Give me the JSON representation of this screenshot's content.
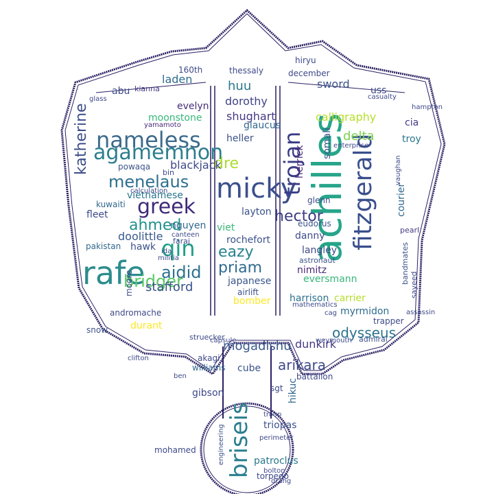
{
  "colors": {
    "background": "#ffffff",
    "outline": "#2a1f63"
  },
  "words": [
    {
      "text": "achilles",
      "color": "#26a58a",
      "style": "left:448px;top:383px;font-size:58px;transform:rotate(-90deg);transform-origin:0 0;"
    },
    {
      "text": "rafe",
      "color": "#2b8c8d",
      "style": "left:120px;top:375px;font-size:46px;"
    },
    {
      "text": "micky",
      "color": "#3b4f8c",
      "style": "left:315px;top:255px;font-size:40px;"
    },
    {
      "text": "nameless",
      "color": "#3c6b8c",
      "style": "left:140px;top:188px;font-size:32px;"
    },
    {
      "text": "agamemnon",
      "color": "#2c7e8e",
      "style": "left:136px;top:208px;font-size:30px;"
    },
    {
      "text": "fitzgerald",
      "color": "#3a4f8d",
      "style": "left:512px;top:365px;font-size:36px;transform:rotate(-90deg);transform-origin:0 0;"
    },
    {
      "text": "greek",
      "color": "#3f2a79",
      "style": "left:200px;top:287px;font-size:30px;"
    },
    {
      "text": "trojan",
      "color": "#3a3c86",
      "style": "left:410px;top:285px;font-size:32px;transform:rotate(-90deg);transform-origin:0 0;"
    },
    {
      "text": "briseis",
      "color": "#2a7e8f",
      "style": "left:332px;top:697px;font-size:34px;transform:rotate(-90deg);transform-origin:0 0;"
    },
    {
      "text": "qin",
      "color": "#1fa088",
      "style": "left:235px;top:346px;font-size:32px;"
    },
    {
      "text": "menelaus",
      "color": "#2d6f8e",
      "style": "left:158px;top:253px;font-size:24px;"
    },
    {
      "text": "bridger",
      "color": "#5ac864",
      "style": "left:180px;top:398px;font-size:24px;"
    },
    {
      "text": "aidid",
      "color": "#2d708e",
      "style": "left:235px;top:385px;font-size:24px;"
    },
    {
      "text": "hector",
      "color": "#3b3c82",
      "style": "left:400px;top:305px;font-size:22px;"
    },
    {
      "text": "eazy",
      "color": "#26828e",
      "style": "left:318px;top:357px;font-size:22px;"
    },
    {
      "text": "priam",
      "color": "#2f6b8e",
      "style": "left:318px;top:380px;font-size:22px;"
    },
    {
      "text": "katherine",
      "color": "#3d4d8a",
      "style": "left:108px;top:255px;font-size:22px;transform:rotate(-90deg);transform-origin:0 0;"
    },
    {
      "text": "ahmed",
      "color": "#21918c",
      "style": "left:188px;top:318px;font-size:22px;"
    },
    {
      "text": "stafford",
      "color": "#3a538b",
      "style": "left:212px;top:410px;font-size:18px;"
    },
    {
      "text": "dre",
      "color": "#addc30",
      "style": "left:312px;top:228px;font-size:22px;"
    },
    {
      "text": "odysseus",
      "color": "#2c728e",
      "style": "left:484px;top:475px;font-size:20px;"
    },
    {
      "text": "arikara",
      "color": "#3e4a89",
      "style": "left:405px;top:522px;font-size:20px;"
    },
    {
      "text": "mogadishu",
      "color": "#38598c",
      "style": "left:325px;top:496px;font-size:18px;"
    },
    {
      "text": "dorothy",
      "color": "#414487",
      "style": "left:328px;top:140px;font-size:16px;"
    },
    {
      "text": "calligraphy",
      "color": "#b5de2b",
      "style": "left:460px;top:163px;font-size:16px;"
    },
    {
      "text": "delta",
      "color": "#7ad151",
      "style": "left:500px;top:190px;font-size:18px;"
    },
    {
      "text": "sword",
      "color": "#3b528b",
      "style": "left:462px;top:115px;font-size:16px;"
    },
    {
      "text": "huu",
      "color": "#2a788e",
      "style": "left:332px;top:117px;font-size:18px;"
    },
    {
      "text": "shughart",
      "color": "#443a83",
      "style": "left:330px;top:162px;font-size:16px;"
    },
    {
      "text": "glaucus",
      "color": "#31688e",
      "style": "left:355px;top:176px;font-size:14px;"
    },
    {
      "text": "heller",
      "color": "#3b528b",
      "style": "left:330px;top:195px;font-size:14px;"
    },
    {
      "text": "blackjack",
      "color": "#3e4989",
      "style": "left:248px;top:233px;font-size:16px;"
    },
    {
      "text": "moonstone",
      "color": "#35b779",
      "style": "left:216px;top:165px;font-size:14px;"
    },
    {
      "text": "evelyn",
      "color": "#472d7b",
      "style": "left:258px;top:148px;font-size:14px;"
    },
    {
      "text": "laden",
      "color": "#2f6c8e",
      "style": "left:236px;top:108px;font-size:16px;"
    },
    {
      "text": "vietnamese",
      "color": "#2a768e",
      "style": "left:185px;top:278px;font-size:14px;"
    },
    {
      "text": "doolittle",
      "color": "#38598c",
      "style": "left:172px;top:337px;font-size:16px;"
    },
    {
      "text": "hawk",
      "color": "#3b528b",
      "style": "left:190px;top:353px;font-size:14px;"
    },
    {
      "text": "nguyen",
      "color": "#31688e",
      "style": "left:248px;top:322px;font-size:14px;"
    },
    {
      "text": "fleet",
      "color": "#3e4989",
      "style": "left:126px;top:306px;font-size:14px;"
    },
    {
      "text": "kuwaiti",
      "color": "#31688e",
      "style": "left:140px;top:292px;font-size:12px;"
    },
    {
      "text": "powaqa",
      "color": "#3b528b",
      "style": "left:172px;top:237px;font-size:12px;"
    },
    {
      "text": "yamamoto",
      "color": "#482878",
      "style": "left:210px;top:178px;font-size:10px;"
    },
    {
      "text": "abu",
      "color": "#3e4989",
      "style": "left:163px;top:126px;font-size:14px;"
    },
    {
      "text": "kianna",
      "color": "#443a83",
      "style": "left:196px;top:124px;font-size:11px;"
    },
    {
      "text": "rochefort",
      "color": "#3b528b",
      "style": "left:330px;top:343px;font-size:14px;"
    },
    {
      "text": "layton",
      "color": "#3b528b",
      "style": "left:352px;top:302px;font-size:14px;"
    },
    {
      "text": "viet",
      "color": "#35b779",
      "style": "left:316px;top:325px;font-size:14px;"
    },
    {
      "text": "japanese",
      "color": "#39558c",
      "style": "left:332px;top:403px;font-size:14px;"
    },
    {
      "text": "bomber",
      "color": "#fde725",
      "style": "left:340px;top:432px;font-size:14px;"
    },
    {
      "text": "danny",
      "color": "#3e4a89",
      "style": "left:430px;top:337px;font-size:14px;"
    },
    {
      "text": "eudorus",
      "color": "#3a538b",
      "style": "left:434px;top:320px;font-size:12px;"
    },
    {
      "text": "langley",
      "color": "#3e4989",
      "style": "left:440px;top:358px;font-size:14px;"
    },
    {
      "text": "nimitz",
      "color": "#482878",
      "style": "left:433px;top:387px;font-size:14px;"
    },
    {
      "text": "eversmann",
      "color": "#35b779",
      "style": "left:442px;top:400px;font-size:14px;"
    },
    {
      "text": "harrison",
      "color": "#2d718e",
      "style": "left:422px;top:428px;font-size:14px;"
    },
    {
      "text": "carrier",
      "color": "#b5de2b",
      "style": "left:487px;top:428px;font-size:14px;"
    },
    {
      "text": "myrmidon",
      "color": "#2e6d8e",
      "style": "left:496px;top:447px;font-size:14px;"
    },
    {
      "text": "dunkirk",
      "color": "#443a83",
      "style": "left:430px;top:494px;font-size:16px;"
    },
    {
      "text": "courier",
      "color": "#31688e",
      "style": "left:578px;top:316px;font-size:14px;transform:rotate(-90deg);transform-origin:0 0;"
    },
    {
      "text": "troy",
      "color": "#2a788e",
      "style": "left:586px;top:196px;font-size:14px;"
    },
    {
      "text": "cia",
      "color": "#443a83",
      "style": "left:590px;top:172px;font-size:14px;"
    },
    {
      "text": "uss",
      "color": "#3e4989",
      "style": "left:540px;top:125px;font-size:14px;"
    },
    {
      "text": "somali",
      "color": "#3b528b",
      "style": "left:470px;top:232px;font-size:14px;transform:rotate(-90deg);transform-origin:0 0;"
    },
    {
      "text": "herrick",
      "color": "#482878",
      "style": "left:430px;top:260px;font-size:14px;transform:rotate(-90deg);transform-origin:0 0;"
    },
    {
      "text": "glenn",
      "color": "#3e4989",
      "style": "left:448px;top:286px;font-size:12px;"
    },
    {
      "text": "patroclus",
      "color": "#2a788e",
      "style": "left:370px;top:665px;font-size:14px;"
    },
    {
      "text": "torpedo",
      "color": "#3e4989",
      "style": "left:374px;top:688px;font-size:12px;"
    },
    {
      "text": "triopas",
      "color": "#3b528b",
      "style": "left:384px;top:613px;font-size:14px;"
    },
    {
      "text": "gibson",
      "color": "#3e4989",
      "style": "left:280px;top:566px;font-size:14px;"
    },
    {
      "text": "williams",
      "color": "#31688e",
      "style": "left:280px;top:530px;font-size:12px;"
    },
    {
      "text": "akagi",
      "color": "#3e4989",
      "style": "left:288px;top:516px;font-size:12px;"
    },
    {
      "text": "cube",
      "color": "#3b528b",
      "style": "left:346px;top:530px;font-size:14px;"
    },
    {
      "text": "battalion",
      "color": "#3e4989",
      "style": "left:432px;top:543px;font-size:12px;"
    },
    {
      "text": "hikuc",
      "color": "#31688e",
      "style": "left:420px;top:588px;font-size:14px;transform:rotate(-90deg);transform-origin:0 0;"
    },
    {
      "text": "durant",
      "color": "#fde725",
      "style": "left:190px;top:468px;font-size:14px;"
    },
    {
      "text": "andromache",
      "color": "#3e4989",
      "style": "left:160px;top:450px;font-size:12px;"
    },
    {
      "text": "snow",
      "color": "#3b528b",
      "style": "left:126px;top:475px;font-size:12px;"
    },
    {
      "text": "moore",
      "color": "#3e4989",
      "style": "left:182px;top:432px;font-size:12px;transform:rotate(-90deg);transform-origin:0 0;"
    },
    {
      "text": "pakistan",
      "color": "#31688e",
      "style": "left:125px;top:353px;font-size:12px;"
    },
    {
      "text": "bandmates",
      "color": "#3b528b",
      "style": "left:585px;top:415px;font-size:11px;transform:rotate(-90deg);transform-origin:0 0;"
    },
    {
      "text": "sayeed",
      "color": "#3e4989",
      "style": "left:598px;top:435px;font-size:11px;transform:rotate(-90deg);transform-origin:0 0;"
    },
    {
      "text": "pearl",
      "color": "#443a83",
      "style": "left:583px;top:330px;font-size:11px;"
    },
    {
      "text": "astronaut",
      "color": "#3b528b",
      "style": "left:436px;top:374px;font-size:11px;"
    },
    {
      "text": "trapper",
      "color": "#3e4989",
      "style": "left:544px;top:462px;font-size:12px;"
    },
    {
      "text": "admiral",
      "color": "#3b528b",
      "style": "left:523px;top:489px;font-size:11px;"
    },
    {
      "text": "assassin",
      "color": "#3e4989",
      "style": "left:592px;top:451px;font-size:10px;"
    },
    {
      "text": "weymouth",
      "color": "#3e4989",
      "style": "left:460px;top:492px;font-size:10px;"
    },
    {
      "text": "capsule",
      "color": "#3e4989",
      "style": "left:306px;top:492px;font-size:10px;"
    },
    {
      "text": "struecker",
      "color": "#3e4989",
      "style": "left:276px;top:486px;font-size:11px;"
    },
    {
      "text": "airlift",
      "color": "#3b528b",
      "style": "left:346px;top:420px;font-size:12px;"
    },
    {
      "text": "canteen",
      "color": "#3e4989",
      "style": "left:250px;top:338px;font-size:10px;"
    },
    {
      "text": "militia",
      "color": "#3e4989",
      "style": "left:230px;top:372px;font-size:10px;"
    },
    {
      "text": "ida",
      "color": "#3e4989",
      "style": "left:235px;top:362px;font-size:10px;"
    },
    {
      "text": "mohamed",
      "color": "#3e4989",
      "style": "left:225px;top:650px;font-size:12px;"
    },
    {
      "text": "engineering",
      "color": "#3b528b",
      "style": "left:318px;top:678px;font-size:10px;transform:rotate(-90deg);transform-origin:0 0;"
    },
    {
      "text": "perimeter",
      "color": "#3e4989",
      "style": "left:378px;top:634px;font-size:10px;"
    },
    {
      "text": "drang",
      "color": "#3e4989",
      "style": "left:395px;top:697px;font-size:10px;"
    },
    {
      "text": "bolton",
      "color": "#3e4989",
      "style": "left:384px;top:682px;font-size:10px;"
    },
    {
      "text": "troop",
      "color": "#3e4989",
      "style": "left:384px;top:600px;font-size:10px;"
    },
    {
      "text": "sgt",
      "color": "#3e4989",
      "style": "left:394px;top:560px;font-size:12px;"
    },
    {
      "text": "160th",
      "color": "#3e4989",
      "style": "left:260px;top:96px;font-size:12px;"
    },
    {
      "text": "thessaly",
      "color": "#3e4989",
      "style": "left:334px;top:97px;font-size:12px;"
    },
    {
      "text": "december",
      "color": "#3e4989",
      "style": "left:420px;top:101px;font-size:12px;"
    },
    {
      "text": "hiryu",
      "color": "#3e4989",
      "style": "left:430px;top:82px;font-size:12px;"
    },
    {
      "text": "faraj",
      "color": "#3e4989",
      "style": "left:252px;top:346px;font-size:11px;"
    },
    {
      "text": "ben",
      "color": "#3e4989",
      "style": "left:253px;top:544px;font-size:10px;"
    },
    {
      "text": "bin",
      "color": "#3e4989",
      "style": "left:237px;top:246px;font-size:11px;"
    },
    {
      "text": "clifton",
      "color": "#3e4989",
      "style": "left:186px;top:518px;font-size:10px;"
    },
    {
      "text": "vaughan",
      "color": "#3e4989",
      "style": "left:576px;top:270px;font-size:10px;transform:rotate(-90deg);transform-origin:0 0;"
    },
    {
      "text": "hampton",
      "color": "#3e4989",
      "style": "left:600px;top:152px;font-size:10px;"
    },
    {
      "text": "casualty",
      "color": "#3e4989",
      "style": "left:536px;top:137px;font-size:10px;"
    },
    {
      "text": "enterprise",
      "color": "#3e4989",
      "style": "left:486px;top:208px;font-size:10px;"
    },
    {
      "text": "mathematics",
      "color": "#3e4989",
      "style": "left:426px;top:440px;font-size:10px;"
    },
    {
      "text": "cag",
      "color": "#3e4989",
      "style": "left:473px;top:452px;font-size:10px;"
    },
    {
      "text": "glass",
      "color": "#3e4989",
      "style": "left:130px;top:140px;font-size:10px;"
    },
    {
      "text": "calculation",
      "color": "#3e4989",
      "style": "left:190px;top:274px;font-size:10px;"
    }
  ]
}
